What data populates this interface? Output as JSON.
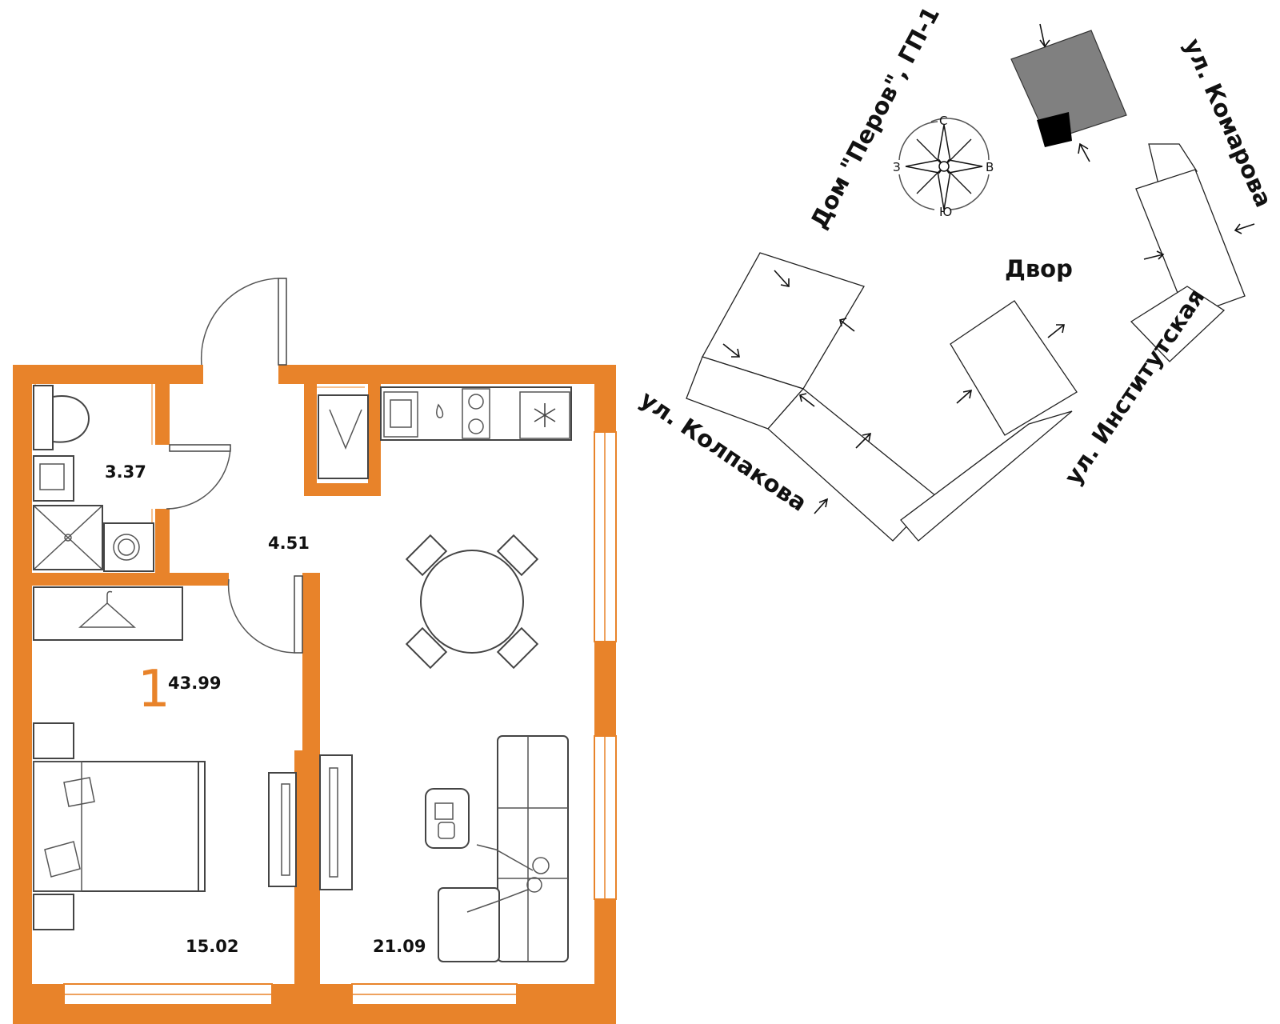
{
  "plan": {
    "rooms_count": "1",
    "total_area": "43.99",
    "rooms": [
      {
        "id": "bathroom",
        "area": "3.37"
      },
      {
        "id": "hallway",
        "area": "4.51"
      },
      {
        "id": "bedroom",
        "area": "15.02"
      },
      {
        "id": "living-kitchen",
        "area": "21.09"
      }
    ]
  },
  "site": {
    "house_label": "Дом \"Перов\", ГП-1",
    "yard_label": "Двор",
    "streets": {
      "kolpakova": "ул. Колпакова",
      "institutskaya": "ул. Институтская",
      "komarova": "ул. Комарова"
    },
    "compass": {
      "n": "С",
      "s": "Ю",
      "w": "З",
      "e": "В"
    }
  },
  "colors": {
    "wall": "#e8832a",
    "wall_light": "#f6c08e",
    "highlight_building": "#808080",
    "entrance": "#000000",
    "line": "#444444"
  }
}
